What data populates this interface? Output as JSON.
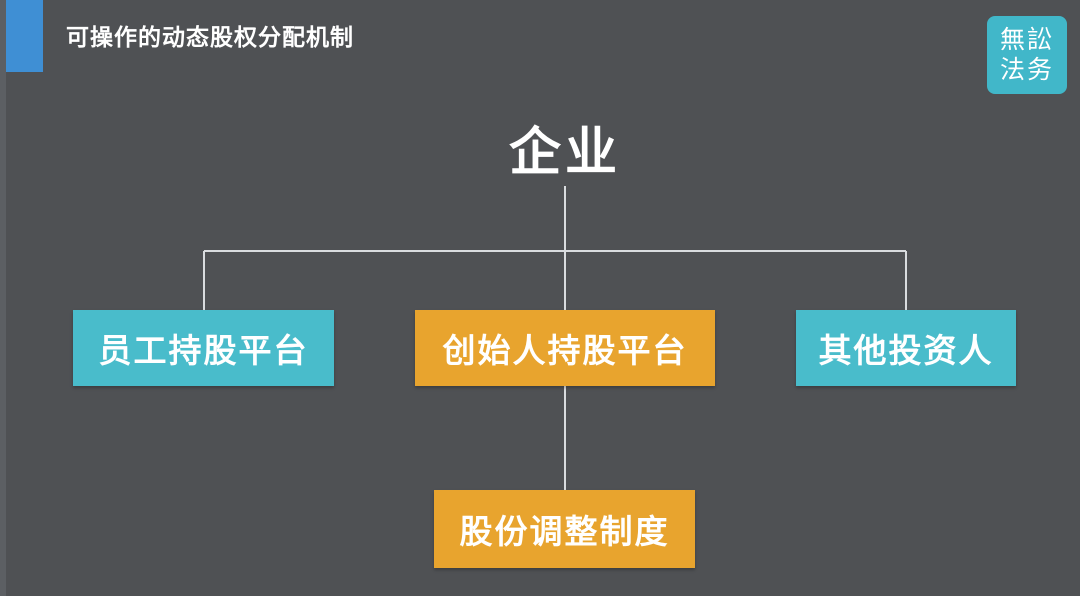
{
  "header": {
    "title": "可操作的动态股权分配机制"
  },
  "logo": {
    "line1": "無訟",
    "line2": "法务"
  },
  "diagram": {
    "root": "企业",
    "children": [
      {
        "label": "员工持股平台",
        "color": "#49bccb"
      },
      {
        "label": "创始人持股平台",
        "color": "#e8a42e"
      },
      {
        "label": "其他投资人",
        "color": "#49bccb"
      }
    ],
    "grandchild": {
      "label": "股份调整制度",
      "color": "#e8a42e"
    }
  },
  "colors": {
    "background": "#4f5154",
    "accent": "#3f8fd4",
    "teal": "#49bccb",
    "orange": "#e8a42e",
    "line": "#d9dcdf"
  }
}
